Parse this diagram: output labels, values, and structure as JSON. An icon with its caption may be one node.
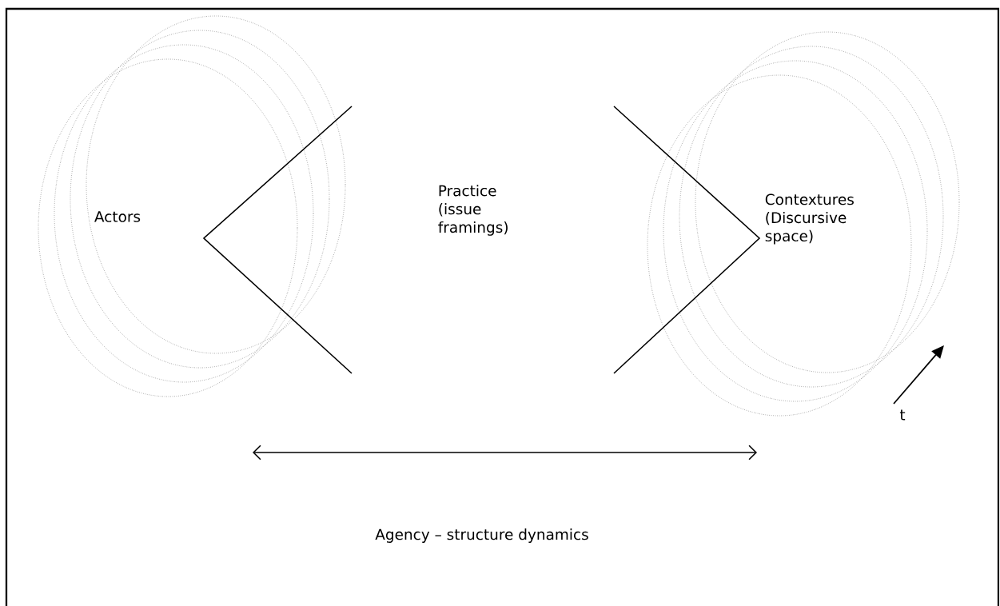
{
  "diagram": {
    "nodes": [
      {
        "text": [
          "Actors"
        ]
      },
      {
        "text": [
          "Practice (issue framings)"
        ]
      },
      {
        "text": [
          "Contextures (Discursive space)"
        ]
      }
    ],
    "labels": [
      "t",
      "Agency – structure dynamics"
    ]
  }
}
